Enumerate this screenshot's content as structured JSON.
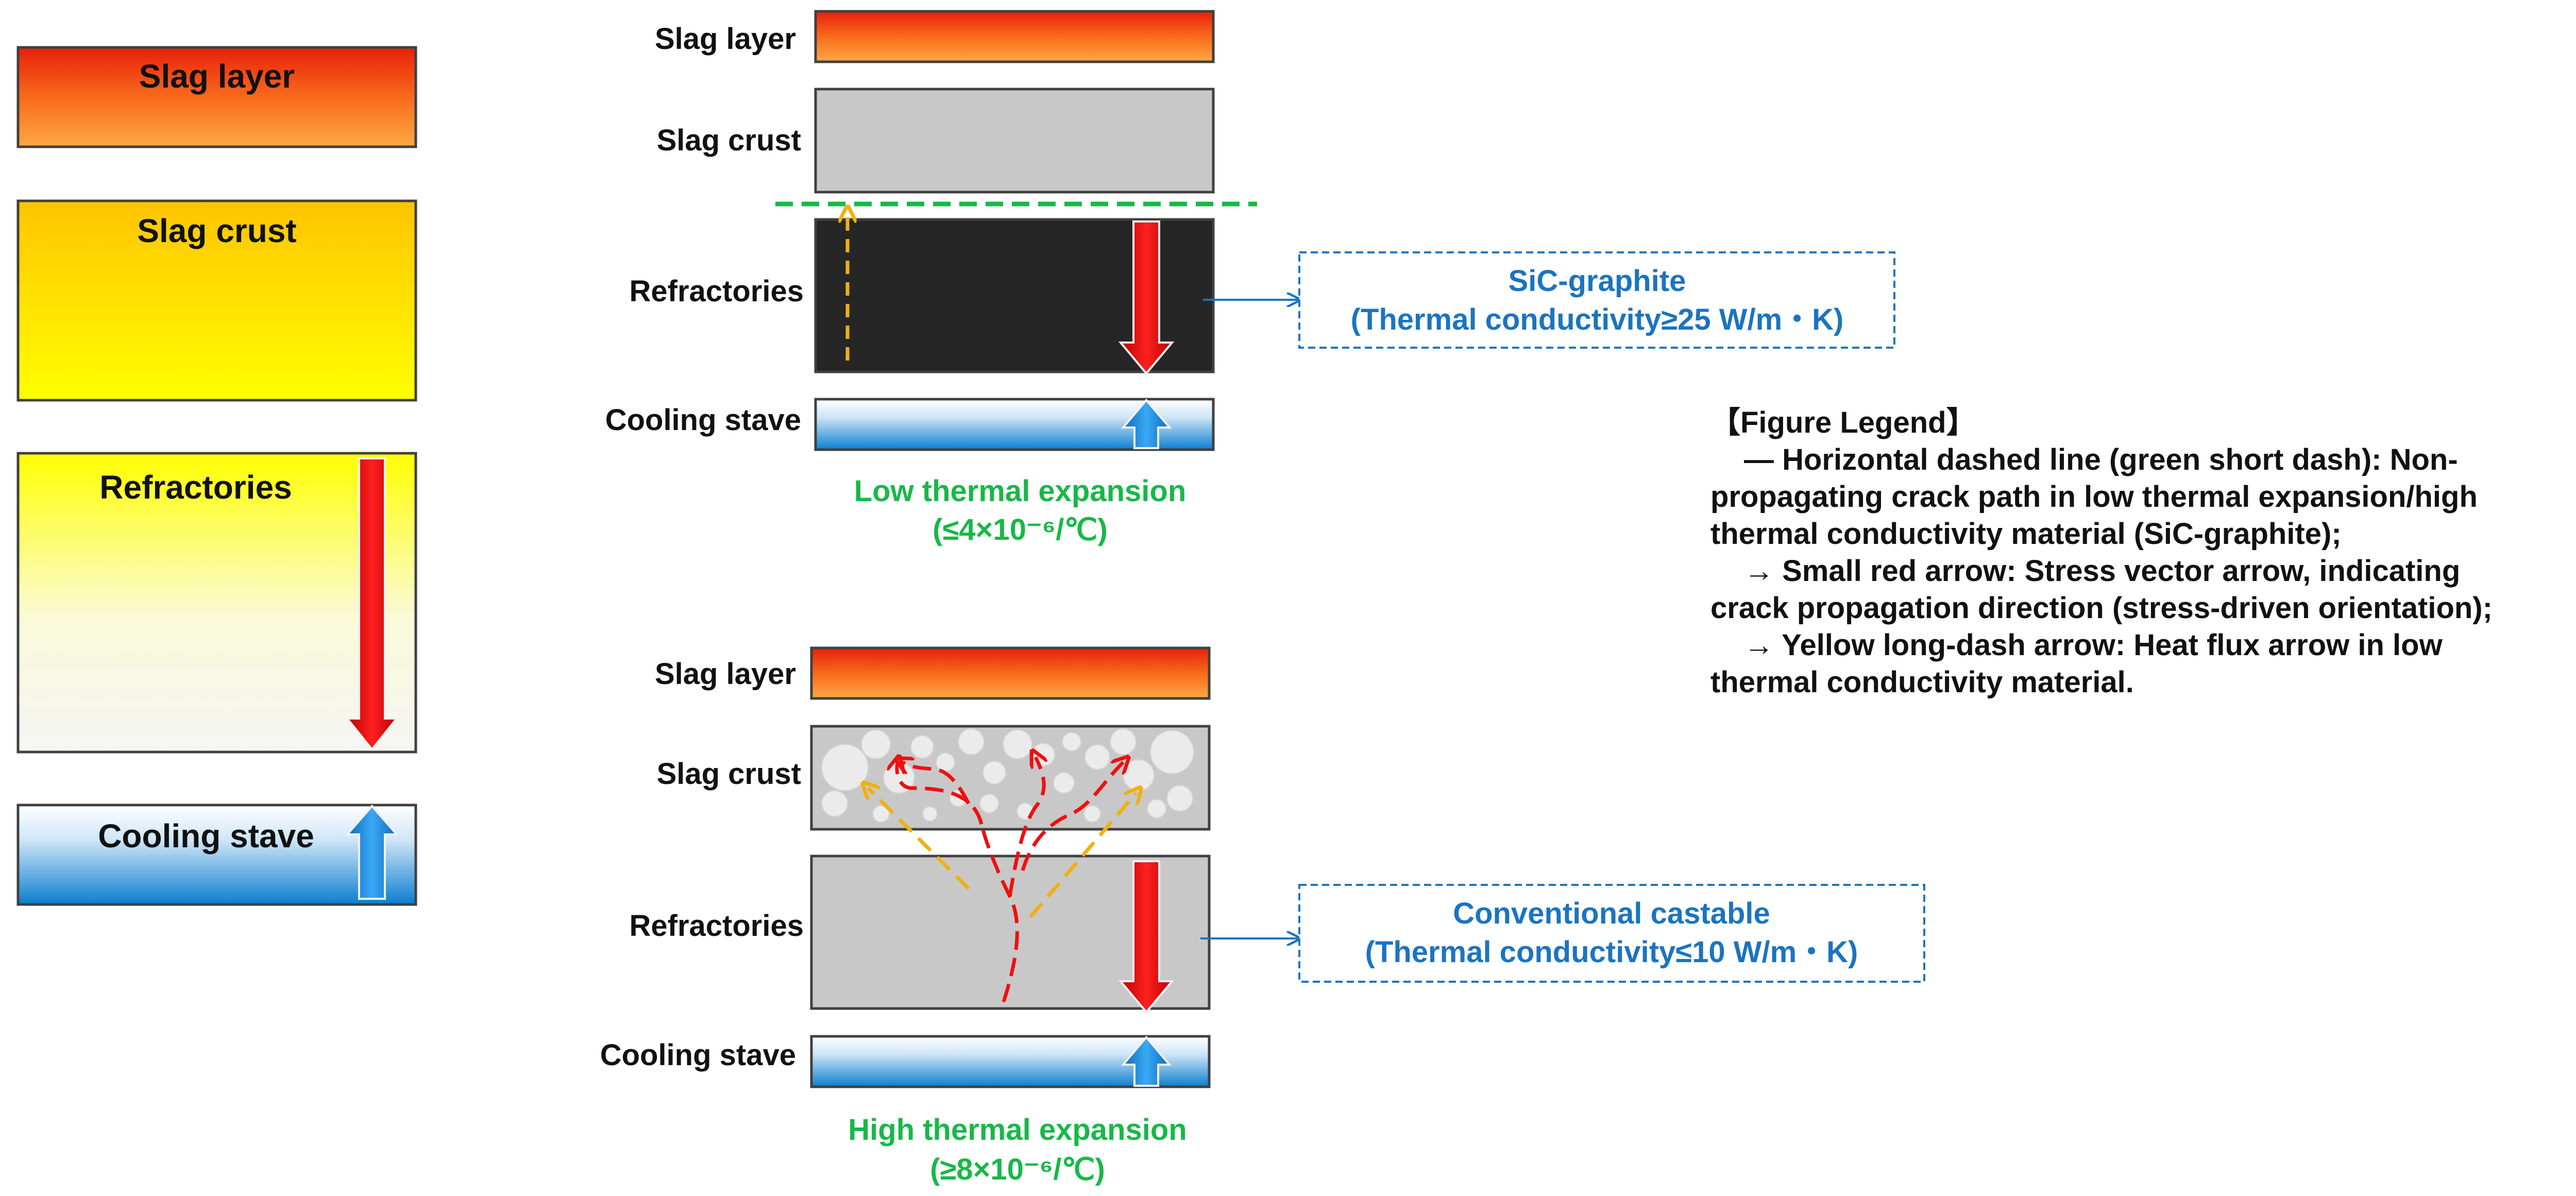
{
  "left_legend": {
    "slag_layer": "Slag layer",
    "slag_crust": "Slag crust",
    "refractories": "Refractories",
    "cooling_stave": "Cooling stave"
  },
  "top_diagram": {
    "slag_layer": "Slag layer",
    "slag_crust": "Slag crust",
    "refractories": "Refractories",
    "cooling_stave": "Cooling stave",
    "expansion_line1": "Low thermal expansion",
    "expansion_line2": "(≤4×10⁻⁶/℃)",
    "callout_line1": "SiC-graphite",
    "callout_line2": "(Thermal conductivity≥25 W/m・K)"
  },
  "bottom_diagram": {
    "slag_layer": "Slag layer",
    "slag_crust": "Slag crust",
    "refractories": "Refractories",
    "cooling_stave": "Cooling stave",
    "expansion_line1": "High thermal expansion",
    "expansion_line2": "(≥8×10⁻⁶/℃)",
    "callout_line1": "Conventional castable",
    "callout_line2": "(Thermal conductivity≤10 W/m・K)"
  },
  "figure_legend": {
    "title": "【Figure Legend】",
    "lines": [
      "— Horizontal dashed line (green short dash): Non-",
      "propagating crack path in low thermal expansion/high",
      "thermal conductivity material (SiC-graphite);",
      "→ Small red arrow: Stress vector arrow, indicating",
      "crack propagation direction (stress-driven orientation);",
      "→ Yellow long-dash arrow: Heat flux arrow in low",
      "thermal conductivity material."
    ]
  },
  "colors": {
    "slag_top": "#e8200a",
    "slag_bottom": "#ffa040",
    "crust_gray": "#c8c8c8",
    "refractory_dark": "#262626",
    "stave_blue": "#0b7ed0",
    "arrow_red": "#ee1010",
    "arrow_blue": "#1a90e8",
    "green": "#18b848",
    "yellow_dash": "#f2b010",
    "callout_blue": "#1b74c0"
  }
}
